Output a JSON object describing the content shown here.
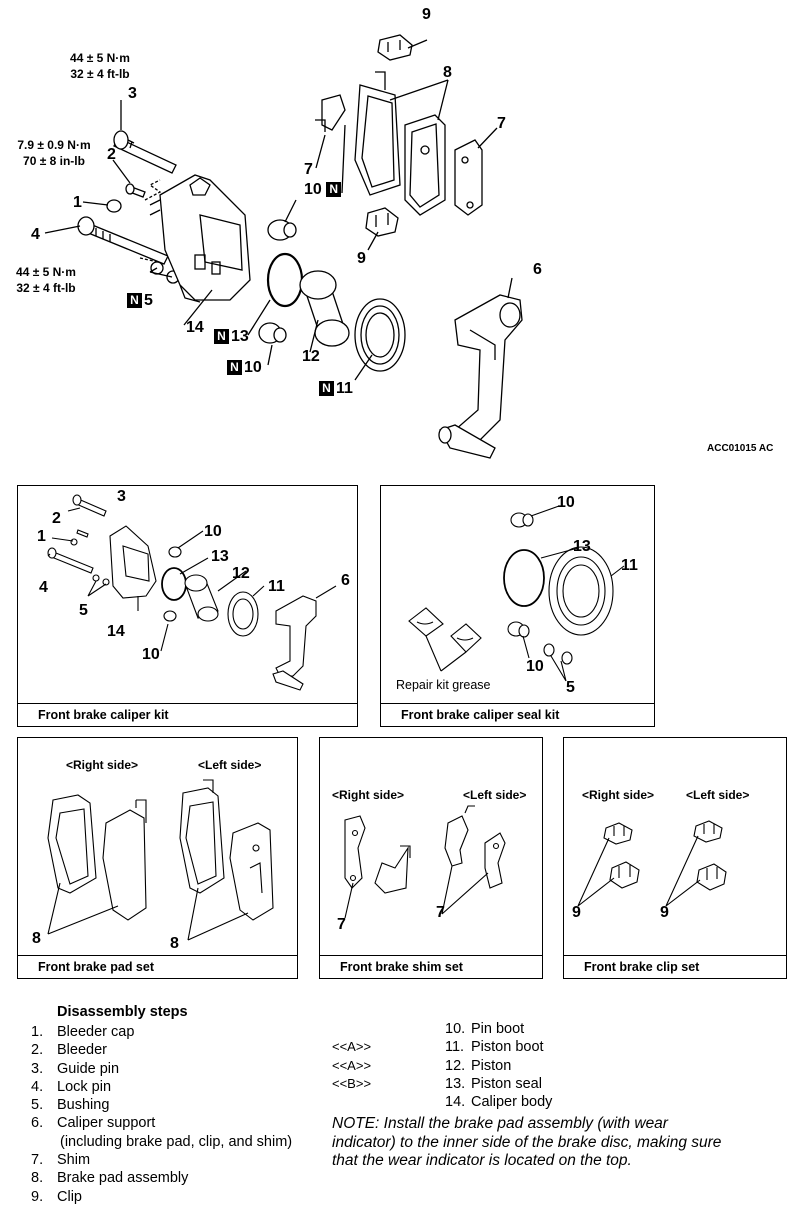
{
  "main_diagram": {
    "callouts": {
      "c1": "1",
      "c2": "2",
      "c3": "3",
      "c4": "4",
      "c5": "5",
      "c6": "6",
      "c7a": "7",
      "c7b": "7",
      "c8": "8",
      "c9a": "9",
      "c9b": "9",
      "c10a": "10",
      "c10b": "10",
      "c11": "11",
      "c12": "12",
      "c13": "13",
      "c14": "14"
    },
    "new_part_marker": "N",
    "torque_top": [
      "44 ± 5 N·m",
      "32 ± 4 ft-lb"
    ],
    "torque_bleeder": [
      "7.9 ± 0.9 N·m",
      "70 ± 8 in-lb"
    ],
    "torque_lock": [
      "44 ± 5 N·m",
      "32 ± 4 ft-lb"
    ],
    "ref_code": "ACC01015 AC"
  },
  "panels": {
    "caliper_kit": {
      "caption": "Front brake caliper kit",
      "callouts": {
        "c1": "1",
        "c2": "2",
        "c3": "3",
        "c4": "4",
        "c5": "5",
        "c6": "6",
        "c10a": "10",
        "c10b": "10",
        "c11": "11",
        "c12": "12",
        "c13": "13",
        "c14": "14"
      }
    },
    "seal_kit": {
      "caption": "Front brake caliper seal kit",
      "grease_label": "Repair kit grease",
      "callouts": {
        "c10a": "10",
        "c10b": "10",
        "c11": "11",
        "c13": "13",
        "c5": "5"
      }
    },
    "pad_set": {
      "caption": "Front brake pad set",
      "right_side": "<Right side>",
      "left_side": "<Left side>",
      "callouts": {
        "c8a": "8",
        "c8b": "8"
      }
    },
    "shim_set": {
      "caption": "Front brake shim set",
      "right_side": "<Right side>",
      "left_side": "<Left side>",
      "callouts": {
        "c7a": "7",
        "c7b": "7"
      }
    },
    "clip_set": {
      "caption": "Front brake clip set",
      "right_side": "<Right side>",
      "left_side": "<Left side>",
      "callouts": {
        "c9a": "9",
        "c9b": "9"
      }
    }
  },
  "disassembly": {
    "heading": "Disassembly steps",
    "left_steps": [
      {
        "num": "1.",
        "text": "Bleeder cap"
      },
      {
        "num": "2.",
        "text": "Bleeder"
      },
      {
        "num": "3.",
        "text": "Guide pin"
      },
      {
        "num": "4.",
        "text": "Lock pin"
      },
      {
        "num": "5.",
        "text": "Bushing"
      },
      {
        "num": "6.",
        "text": "Caliper support"
      },
      {
        "num": "",
        "text": "(including brake pad, clip, and shim)"
      },
      {
        "num": "7.",
        "text": "Shim"
      },
      {
        "num": "8.",
        "text": "Brake pad assembly"
      },
      {
        "num": "9.",
        "text": "Clip"
      }
    ],
    "right_steps": [
      {
        "mark": "",
        "num": "10.",
        "text": "Pin boot"
      },
      {
        "mark": "<<A>>",
        "num": "11.",
        "text": "Piston boot"
      },
      {
        "mark": "<<A>>",
        "num": "12.",
        "text": "Piston"
      },
      {
        "mark": "<<B>>",
        "num": "13.",
        "text": "Piston seal"
      },
      {
        "mark": "",
        "num": "14.",
        "text": "Caliper body"
      }
    ],
    "note": "NOTE: Install the brake pad assembly (with wear indicator) to the inner side of the brake disc, making sure that the wear indicator is located on the top."
  }
}
